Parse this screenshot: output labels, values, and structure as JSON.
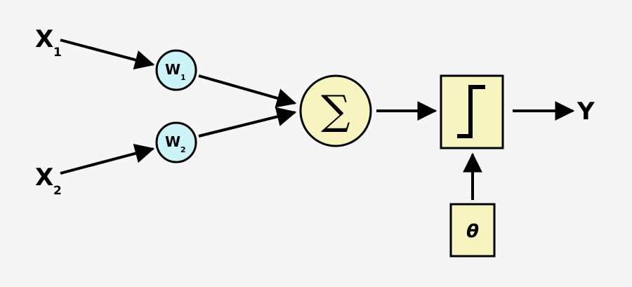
{
  "nodes": {
    "input1": {
      "label": "X",
      "index": "1"
    },
    "input2": {
      "label": "X",
      "index": "2"
    },
    "weight1": {
      "label": "W",
      "index": "1"
    },
    "weight2": {
      "label": "W",
      "index": "2"
    },
    "summation": {
      "symbol": "∑"
    },
    "activation": {
      "symbol": "step"
    },
    "threshold": {
      "label": "θ"
    },
    "output": {
      "label": "Y"
    }
  },
  "colors": {
    "background": "#f5f5f5",
    "weight_fill": "#ccf4f8",
    "block_fill": "#f8f4c0",
    "stroke": "#000000"
  },
  "icons": {
    "summation": "sigma-icon",
    "activation": "step-function-icon"
  }
}
